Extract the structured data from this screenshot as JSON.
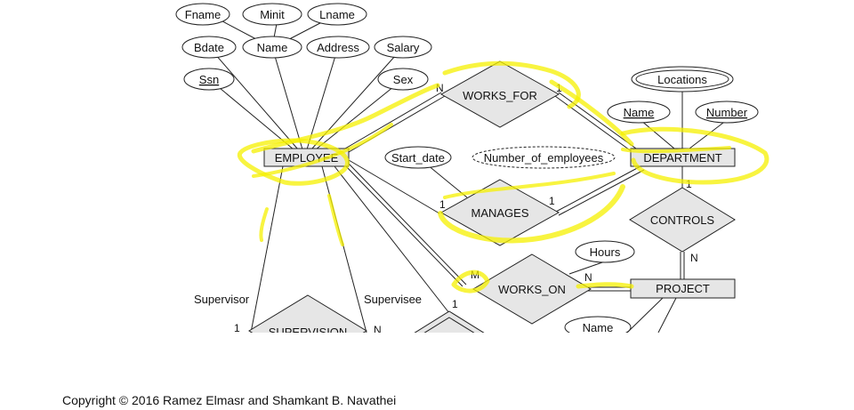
{
  "entities": {
    "employee": "EMPLOYEE",
    "department": "DEPARTMENT",
    "project": "PROJECT"
  },
  "relationships": {
    "works_for": "WORKS_FOR",
    "manages": "MANAGES",
    "works_on": "WORKS_ON",
    "controls": "CONTROLS",
    "supervision": "SUPERVISION"
  },
  "attributes": {
    "fname": "Fname",
    "minit": "Minit",
    "lname": "Lname",
    "bdate": "Bdate",
    "name": "Name",
    "address": "Address",
    "salary": "Salary",
    "ssn": "Ssn",
    "sex": "Sex",
    "start_date": "Start_date",
    "number_of_employees": "Number_of_employees",
    "locations": "Locations",
    "dept_name": "Name",
    "dept_number": "Number",
    "hours": "Hours",
    "project_name": "Name"
  },
  "cardinalities": {
    "works_for_employee": "N",
    "works_for_department": "1",
    "manages_employee": "1",
    "manages_department": "1",
    "controls_department": "1",
    "controls_project": "N",
    "works_on_employee": "M",
    "works_on_project": "N",
    "supervision_supervisor": "1",
    "supervision_supervisee": "N",
    "dependents_of_employee": "1"
  },
  "roles": {
    "supervisor": "Supervisor",
    "supervisee": "Supervisee"
  },
  "copyright": "Copyright © 2016 Ramez Elmasr and Shamkant B. Navathei",
  "colors": {
    "highlight": "#f5f000",
    "entity_fill": "#e6e6e6",
    "relationship_fill": "#e6e6e6",
    "stroke": "#222222"
  }
}
